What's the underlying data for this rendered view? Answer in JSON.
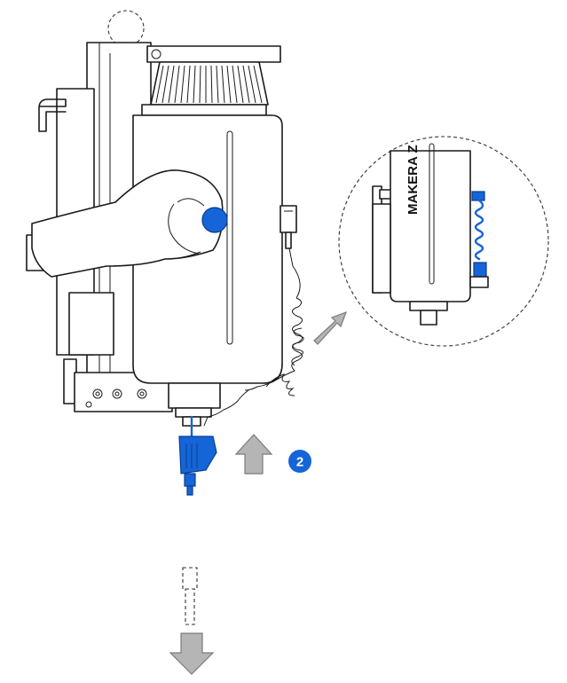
{
  "figure": {
    "step_number": "2",
    "brand_text": "MAKERA Z",
    "accent_color": "#1565d8",
    "arrow_color": "#b5b5b5",
    "components": {
      "spindle_body": "spindle-housing",
      "probe": "blue-probe",
      "coiled_cable": "coiled-cable",
      "detail_callout": "detail-circle"
    },
    "motion": {
      "up_arrow": "push-up-arrow",
      "down_arrow": "move-down-arrow"
    }
  }
}
